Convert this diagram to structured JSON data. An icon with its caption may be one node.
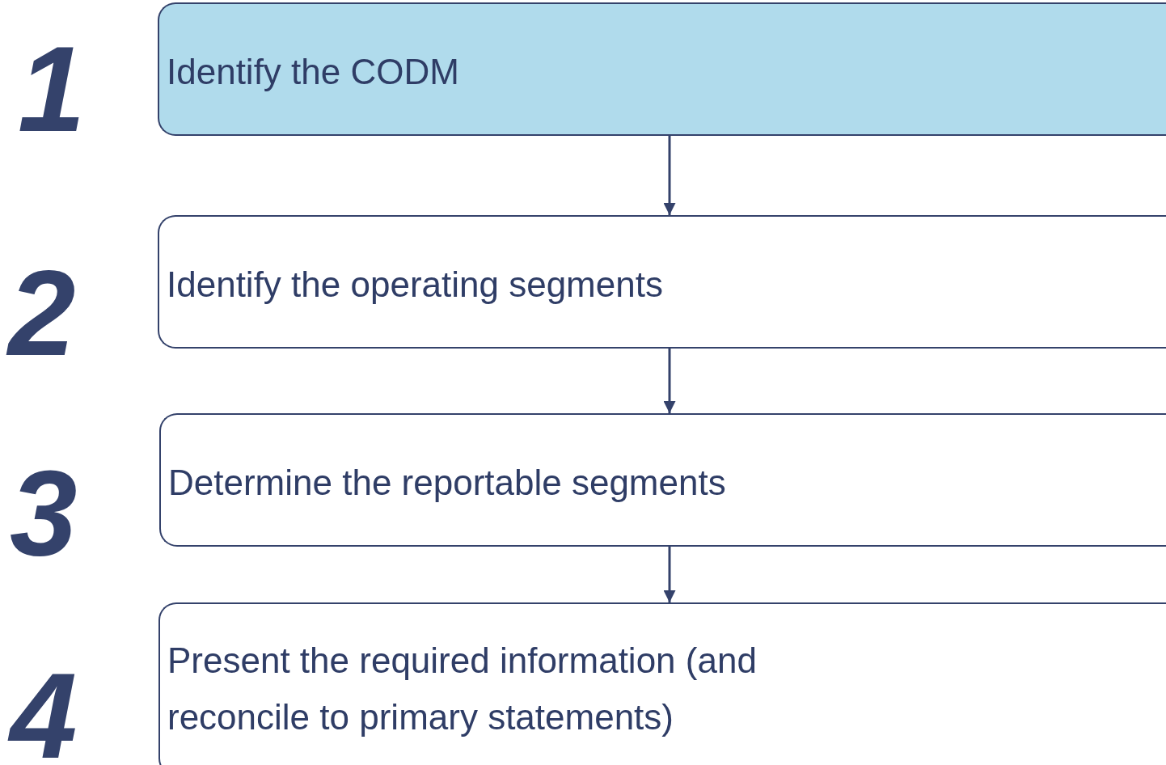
{
  "diagram": {
    "nodes": [
      {
        "text": [
          "Identify the CODM"
        ],
        "beside": [
          "1"
        ]
      },
      {
        "text": [
          "Identify the operating segments"
        ],
        "beside": [
          "2"
        ]
      },
      {
        "text": [
          "Determine the reportable segments"
        ],
        "beside": [
          "3"
        ]
      },
      {
        "text": [
          "Present the required information (and reconcile to primary statements)"
        ],
        "beside": [
          "4"
        ]
      }
    ],
    "edges": [
      {
        "from": 0,
        "to": 1,
        "arrow": "to"
      },
      {
        "from": 1,
        "to": 2,
        "arrow": "to"
      },
      {
        "from": 2,
        "to": 3,
        "arrow": "to"
      }
    ]
  }
}
